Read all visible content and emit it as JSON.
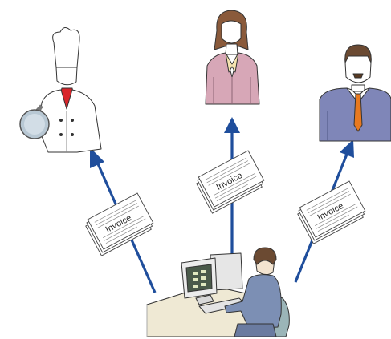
{
  "documents": [
    {
      "label": "Invoice"
    },
    {
      "label": "Invoice"
    },
    {
      "label": "Invoice"
    }
  ],
  "colors": {
    "arrow": "#1f4e9c",
    "chef_jacket": "#ffffff",
    "chef_scarf": "#d9252b",
    "woman_jacket": "#d7a7b7",
    "man_suit": "#7f86b8",
    "man_tie": "#e8791f",
    "operator_shirt": "#7c8fb4",
    "chair": "#9bb5b8",
    "desk": "#efe9d4"
  },
  "icons": [
    "chef-icon",
    "businesswoman-icon",
    "businessman-icon",
    "computer-operator-icon",
    "invoice-document-icon",
    "arrow-up-icon"
  ]
}
